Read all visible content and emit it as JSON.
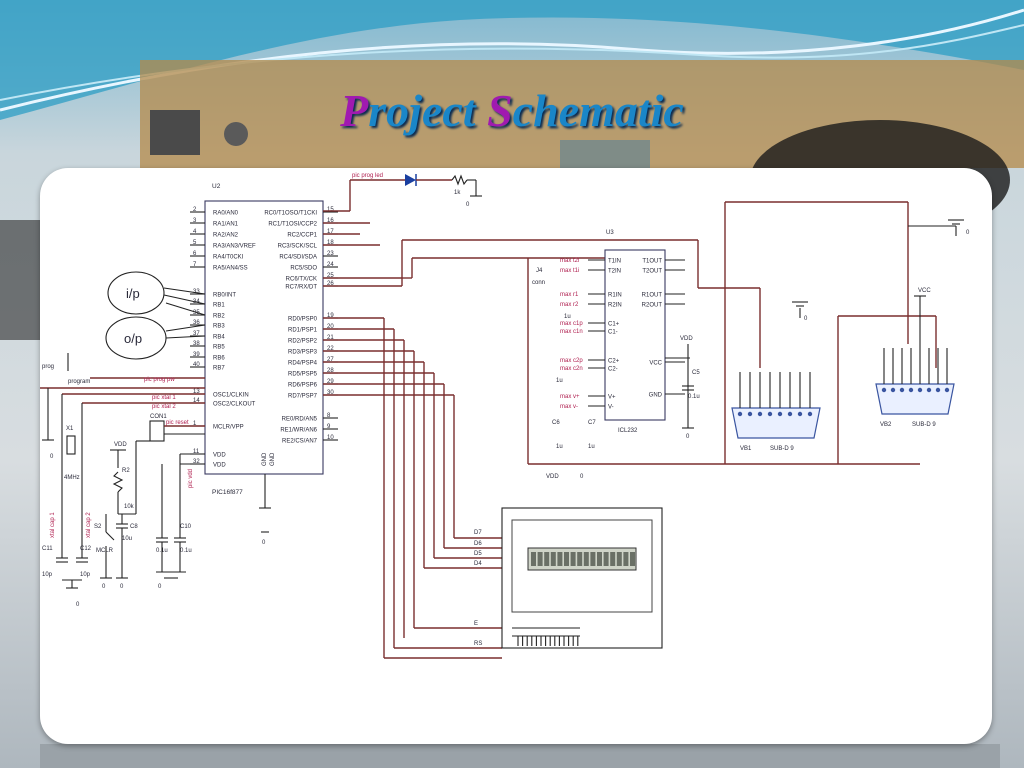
{
  "slide": {
    "title_first": "P",
    "title_rest": "roject ",
    "title_cap2": "S",
    "title_rest2": "chematic"
  },
  "colors": {
    "title": "#1a86c8",
    "title_caps": "#a01ab0",
    "wire": "#7a2f2f",
    "card": "#ffffff"
  },
  "schematic": {
    "mcu": {
      "ref": "U2",
      "part": "PIC16f877",
      "left_pins": [
        "RA0/AN0",
        "RA1/AN1",
        "RA2/AN2",
        "RA3/AN3/VREF",
        "RA4/T0CKI",
        "RA5/AN4/SS",
        "RB0/INT",
        "RB1",
        "RB2",
        "RB3",
        "RB4",
        "RB5",
        "RB6",
        "RB7",
        "OSC1/CLKIN",
        "OSC2/CLKOUT",
        "MCLR/VPP",
        "VDD",
        "VDD"
      ],
      "left_nums": [
        "2",
        "3",
        "4",
        "5",
        "6",
        "7",
        "33",
        "34",
        "35",
        "36",
        "37",
        "38",
        "39",
        "40",
        "13",
        "14",
        "1",
        "11",
        "32"
      ],
      "right_pins": [
        "RC0/T1OSO/T1CKI",
        "RC1/T1OSI/CCP2",
        "RC2/CCP1",
        "RC3/SCK/SCL",
        "RC4/SDI/SDA",
        "RC5/SDO",
        "RC6/TX/CK",
        "RC7/RX/DT",
        "RD0/PSP0",
        "RD1/PSP1",
        "RD2/PSP2",
        "RD3/PSP3",
        "RD4/PSP4",
        "RD5/PSP5",
        "RD6/PSP6",
        "RD7/PSP7",
        "RE0/RD/AN5",
        "RE1/WR/AN6",
        "RE2/CS/AN7"
      ],
      "right_nums": [
        "15",
        "16",
        "17",
        "18",
        "23",
        "24",
        "25",
        "26",
        "19",
        "20",
        "21",
        "22",
        "27",
        "28",
        "29",
        "30",
        "8",
        "9",
        "10"
      ],
      "gnd_label": "GND"
    },
    "io_in": "i/p",
    "io_out": "o/p",
    "labels": {
      "pic_prog_led": "pic prog led",
      "r1k": "1k",
      "zero": "0",
      "prog": "prog",
      "program": "program",
      "pic_prog_pw": "pic prog pw",
      "pic_xtal1": "pic xtal 1",
      "pic_xtal2": "pic xtal 2",
      "pic_reset": "pic reset",
      "con1": "CON1",
      "x1": "X1",
      "xtal_freq": "4MHz",
      "vdd": "VDD",
      "r2": "R2",
      "r2_val": "10k",
      "s2": "S2",
      "mclr": "MCLR",
      "c8": "C8",
      "c8_val": "10u",
      "c10": "C10",
      "c10_val": "0.1u",
      "c09_val": "0.1u",
      "c11": "C11",
      "c11_val": "10p",
      "c12": "C12",
      "c12_val": "10p",
      "xtal_cap1": "xtal cap 1",
      "xtal_cap2": "xtal cap 2",
      "pic_vdd": "pic vdd",
      "u3": "U3",
      "icl232": "ICL232",
      "j4": "J4",
      "conn": "conn",
      "vcc": "VCC",
      "vb1": "VB1",
      "vb2": "VB2",
      "subd9": "SUB-D 9",
      "c5": "C5",
      "c5_val": "0.1u",
      "c6": "C6",
      "c7": "C7",
      "cap_1u": "1u",
      "rs": "RS",
      "e": "E",
      "d4": "D4",
      "d5": "D5",
      "d6": "D6",
      "d7": "D7"
    },
    "max_pins_left": [
      "T1IN",
      "T2IN",
      "R1IN",
      "R2IN",
      "C1+",
      "C1-",
      "C2+",
      "C2-",
      "V+",
      "V-"
    ],
    "max_pins_right": [
      "T1OUT",
      "T2OUT",
      "R1OUT",
      "R2OUT",
      "VCC",
      "GND"
    ],
    "max_nets": [
      "max t2i",
      "max t1i",
      "max r1",
      "max r2",
      "max c1p",
      "max c1n",
      "max c2p",
      "max c2n",
      "max v+",
      "max v-"
    ]
  }
}
